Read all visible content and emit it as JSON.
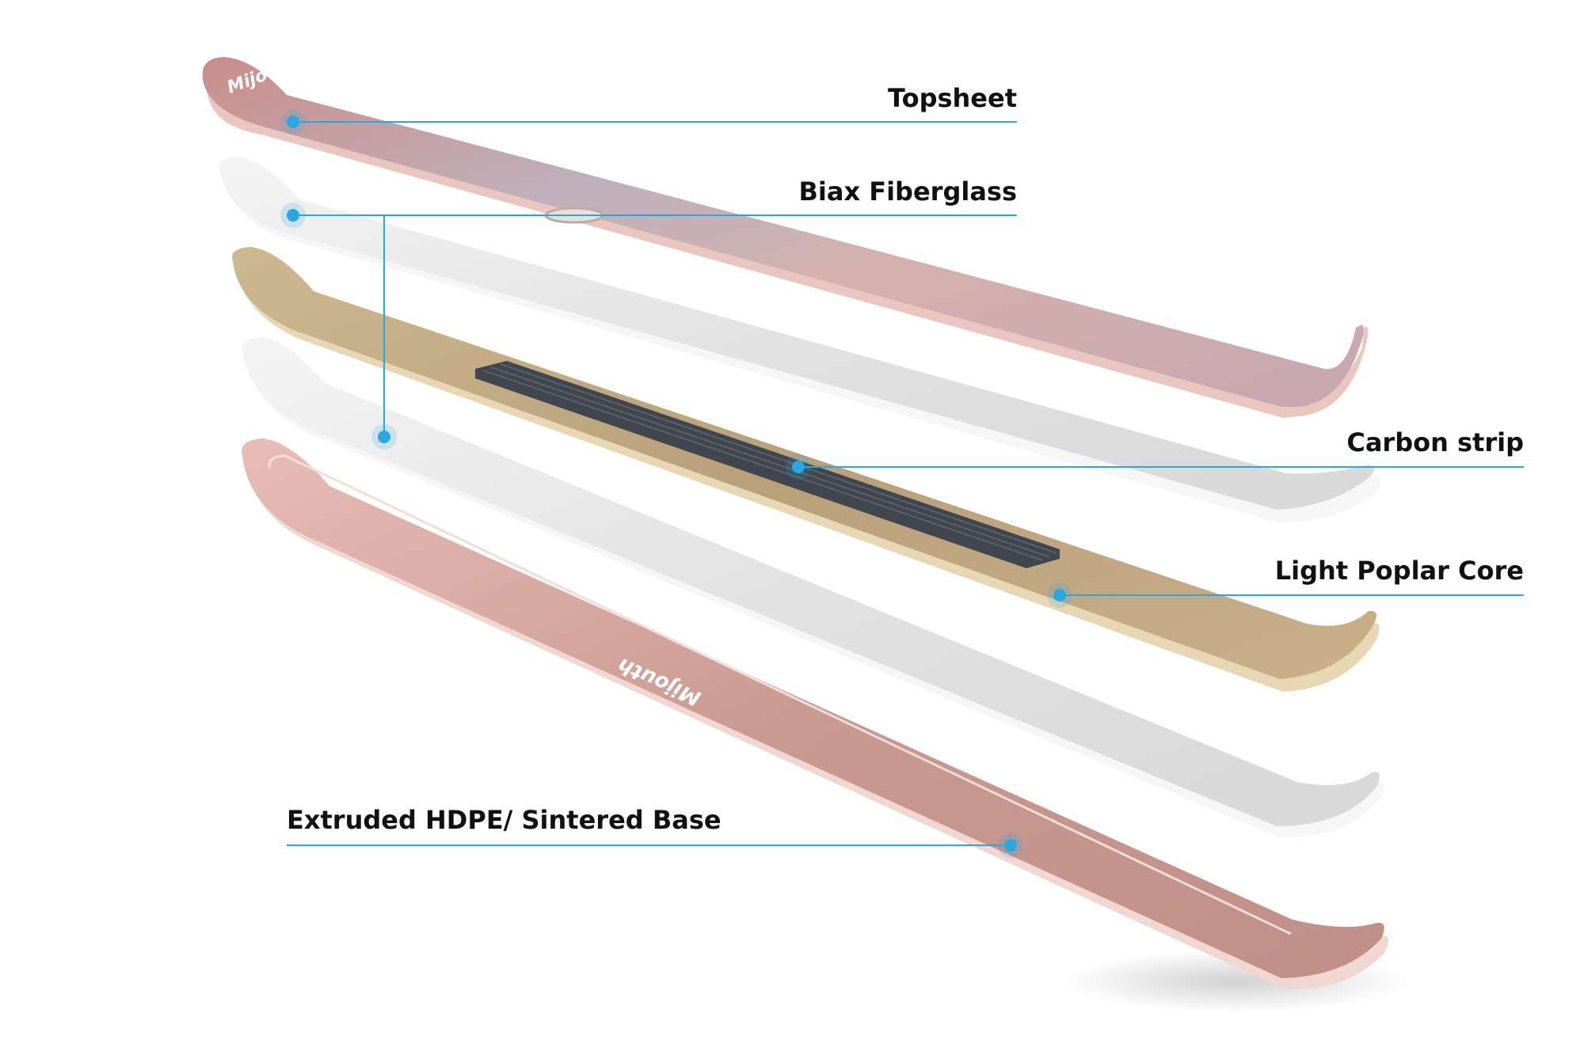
{
  "brand": {
    "topsheet_logo": "Mijouth",
    "base_logo": "Mijouth"
  },
  "layers": [
    {
      "id": "topsheet",
      "label": "Topsheet"
    },
    {
      "id": "biax",
      "label": "Biax Fiberglass"
    },
    {
      "id": "carbon",
      "label": "Carbon strip"
    },
    {
      "id": "poplar",
      "label": "Light Poplar Core"
    },
    {
      "id": "base",
      "label": "Extruded HDPE/ Sintered Base"
    }
  ],
  "colors": {
    "callout_line": "#29a8e0",
    "callout_dot": "#29a8e0",
    "topsheet": "#d9b2ad",
    "fiberglass": "#e4e4e4",
    "poplar": "#c9b48f",
    "carbon": "#444b52",
    "base": "#c99a92"
  }
}
